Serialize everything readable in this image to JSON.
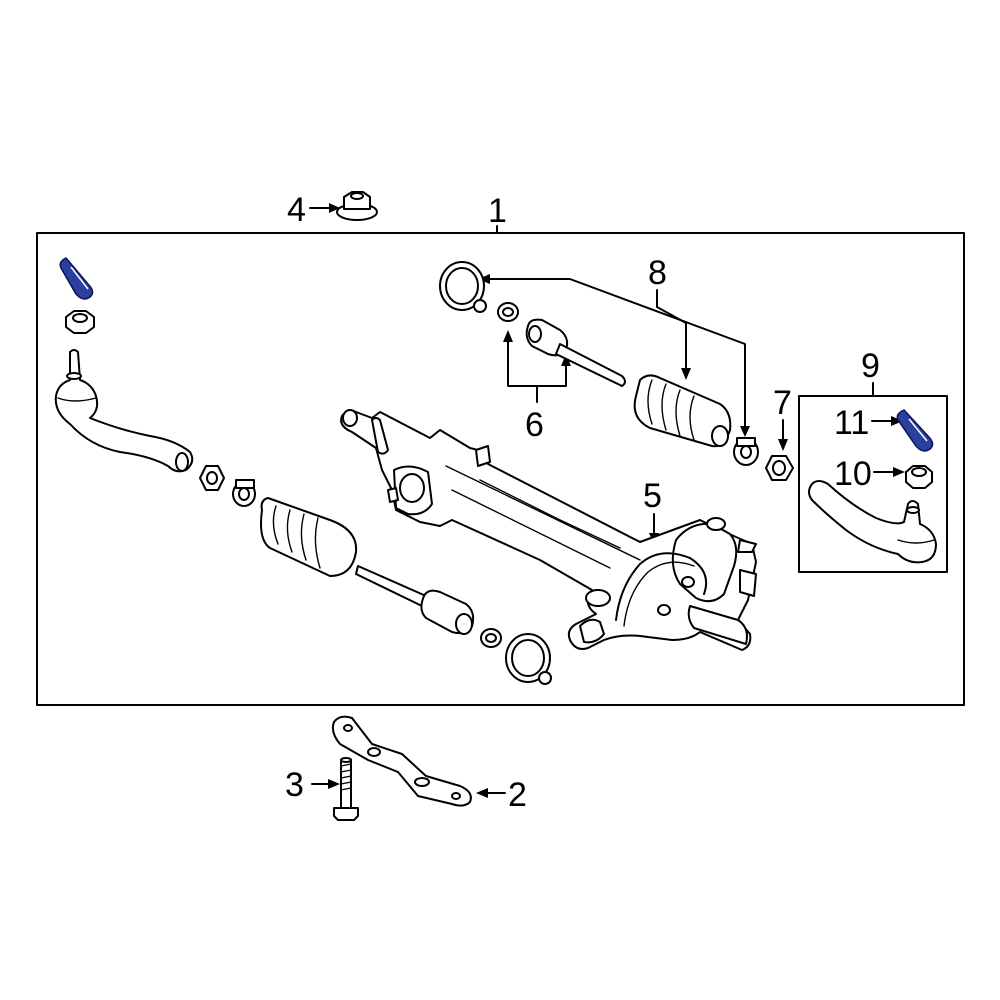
{
  "callouts": {
    "c1": "1",
    "c2": "2",
    "c3": "3",
    "c4": "4",
    "c5": "5",
    "c6": "6",
    "c7": "7",
    "c8": "8",
    "c9": "9",
    "c10": "10",
    "c11": "11"
  },
  "colors": {
    "outline": "#000000",
    "clip_fill": "#2b3f9e",
    "background": "#ffffff"
  }
}
